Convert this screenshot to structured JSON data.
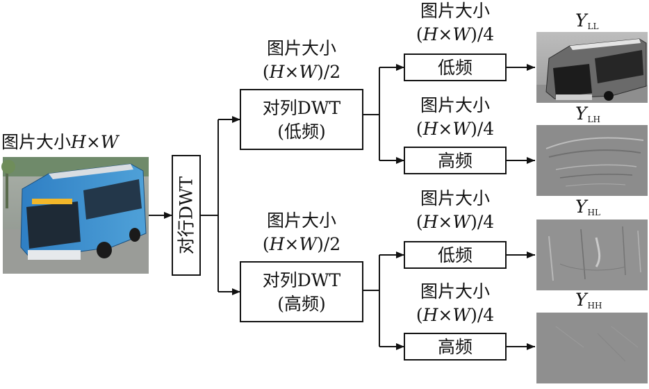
{
  "input": {
    "size_label_prefix": "图片大小",
    "H": "H",
    "times": "×",
    "W": "W"
  },
  "row_dwt": {
    "label": "对行DWT"
  },
  "col_dwt_low": {
    "size_line1": "图片大小",
    "size_H": "H",
    "size_times": "×",
    "size_W": "W",
    "size_div": "/2",
    "label_line1": "对列DWT",
    "label_line2": "(低频)"
  },
  "col_dwt_high": {
    "size_line1": "图片大小",
    "size_H": "H",
    "size_times": "×",
    "size_W": "W",
    "size_div": "/2",
    "label_line1": "对列DWT",
    "label_line2": "(高频)"
  },
  "outputs": [
    {
      "size_line1": "图片大小",
      "H": "H",
      "times": "×",
      "W": "W",
      "div": "/4",
      "label": "低频",
      "Y": "Y",
      "sub": "LL"
    },
    {
      "size_line1": "图片大小",
      "H": "H",
      "times": "×",
      "W": "W",
      "div": "/4",
      "label": "高频",
      "Y": "Y",
      "sub": "LH"
    },
    {
      "size_line1": "图片大小",
      "H": "H",
      "times": "×",
      "W": "W",
      "div": "/4",
      "label": "低频",
      "Y": "Y",
      "sub": "HL"
    },
    {
      "size_line1": "图片大小",
      "H": "H",
      "times": "×",
      "W": "W",
      "div": "/4",
      "label": "高频",
      "Y": "Y",
      "sub": "HH"
    }
  ]
}
